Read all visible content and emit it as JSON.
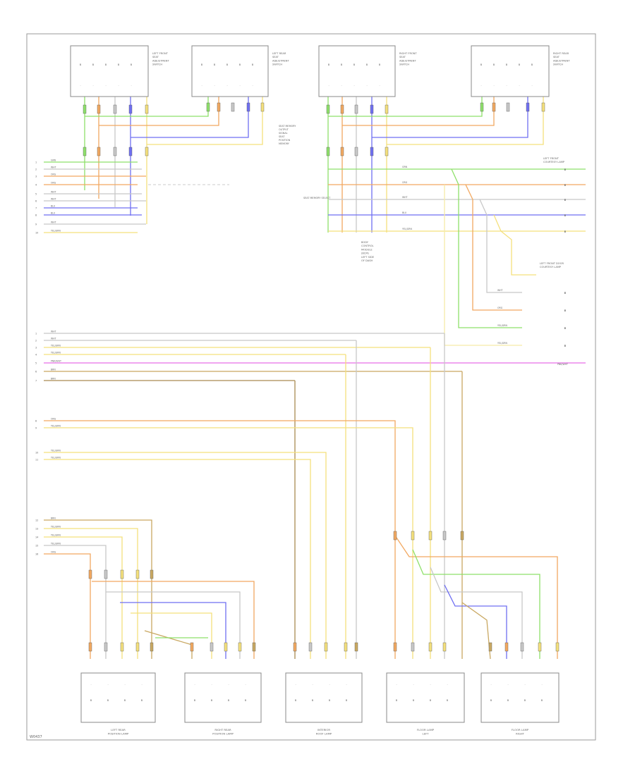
{
  "colors": {
    "green": "#8ee06a",
    "orange": "#f2a860",
    "blue": "#6f6ff2",
    "yellow": "#f4e07c",
    "lightyellow": "#f5eba8",
    "gray": "#c8c8c8",
    "pink": "#e86ee8",
    "tan": "#c9a862",
    "brown": "#a98a52",
    "frame": "#9a9a9a",
    "text": "#7a7a7a"
  },
  "top_components": [
    {
      "label_lines": [
        "LEFT FRONT",
        "SEAT",
        "ADJUSTMENT",
        "SWITCH"
      ]
    },
    {
      "label_lines": [
        "LEFT REAR",
        "SEAT",
        "ADJUSTMENT",
        "SWITCH"
      ]
    },
    {
      "label_lines": [
        "RIGHT FRONT",
        "SEAT",
        "ADJUSTMENT",
        "SWITCH"
      ]
    },
    {
      "label_lines": [
        "RIGHT REAR",
        "SEAT",
        "ADJUSTMENT",
        "SWITCH"
      ]
    }
  ],
  "bottom_components": [
    {
      "label_lines": [
        "LEFT REAR",
        "POSITION LAMP"
      ]
    },
    {
      "label_lines": [
        "RIGHT REAR",
        "POSITION LAMP"
      ]
    },
    {
      "label_lines": [
        "INTERIOR",
        "ROOF LAMP"
      ]
    },
    {
      "label_lines": [
        "FLOOR LAMP",
        "LEFT"
      ]
    },
    {
      "label_lines": [
        "FLOOR LAMP",
        "RIGHT"
      ]
    }
  ],
  "center_module_label": [
    "BODY",
    "CONTROL",
    "MODULE",
    "(BCM)",
    "LEFT SIDE",
    "OF DASH"
  ],
  "right_connector_title": [
    "LEFT FRONT",
    "COURTESY LAMP"
  ],
  "right_mid_label": [
    "LEFT FRONT DOOR",
    "COURTESY LAMP"
  ],
  "wire_labels": {
    "grn": "GRN",
    "org": "ORG",
    "blu": "BLU",
    "yel": "YEL/GRN",
    "wht": "WHT",
    "brn": "BRN",
    "pnk": "PNK/WHT"
  },
  "footer_code": "W0437"
}
